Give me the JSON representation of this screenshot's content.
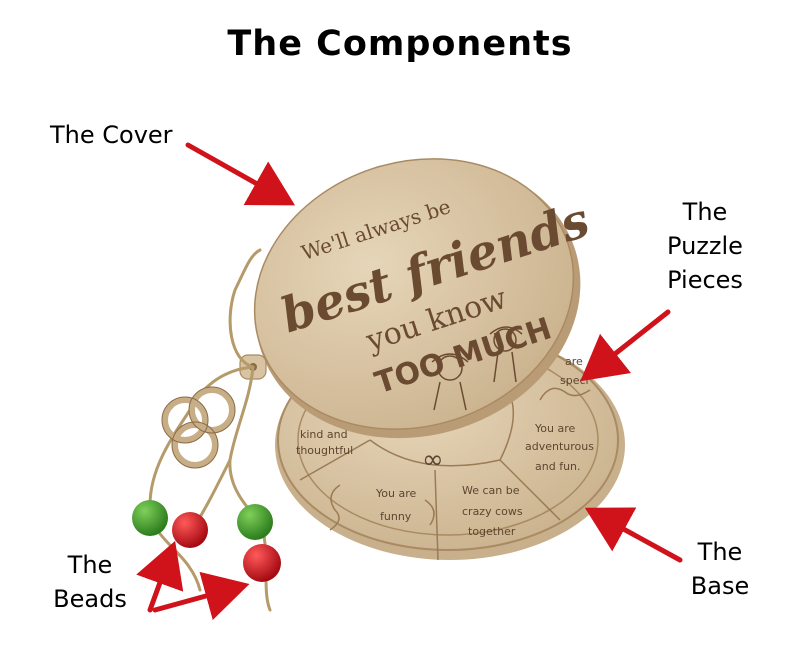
{
  "title": "The Components",
  "labels": {
    "cover": "The Cover",
    "puzzle": [
      "The",
      "Puzzle",
      "Pieces"
    ],
    "base": [
      "The",
      "Base"
    ],
    "beads": [
      "The",
      "Beads"
    ]
  },
  "cover_text": {
    "line1": "We'll always be",
    "line2": "best friends",
    "line3": "you know",
    "line4": "TOO MUCH"
  },
  "puzzle_text": {
    "left": [
      "kind and",
      "thoughtful"
    ],
    "center": "∞",
    "funny": [
      "You are",
      "funny"
    ],
    "cows": [
      "We can be",
      "crazy cows",
      "together"
    ],
    "adventurous": [
      "You are",
      "adventurous",
      "and fun."
    ],
    "special": [
      "are",
      "speci"
    ]
  },
  "colors": {
    "wood": "#ddc9a9",
    "wood_dark": "#b99c76",
    "engrave": "#6b4a32",
    "arrow": "#d0121b",
    "bead_green": "#3f9b2b",
    "bead_red": "#d0121b",
    "twine": "#b59a6a"
  }
}
